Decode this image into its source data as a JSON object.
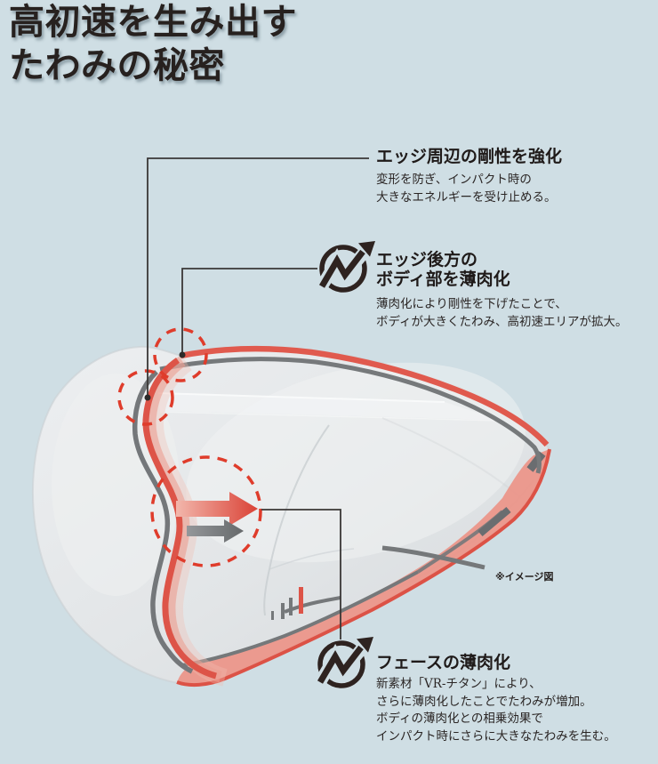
{
  "header": {
    "title_line1": "高初速を生み出す",
    "title_line2": "たわみの秘密"
  },
  "annotations": {
    "edge_rigidity": {
      "heading": "エッジ周辺の剛性を強化",
      "body_line1": "変形を防ぎ、インパクト時の",
      "body_line2": "大きなエネルギーを受け止める。"
    },
    "body_thinning": {
      "icon": "trend-up-arrow-icon",
      "heading_line1": "エッジ後方の",
      "heading_line2": "ボディ部を薄肉化",
      "body_line1": "薄肉化により剛性を下げたことで、",
      "body_line2": "ボディが大きくたわみ、高初速エリアが拡大。"
    },
    "face_thinning": {
      "icon": "trend-up-arrow-icon",
      "heading": "フェースの薄肉化",
      "body_line1": "新素材「VR-チタン」により、",
      "body_line2": "さらに薄肉化したことでたわみが増加。",
      "body_line3": "ボディの薄肉化との相乗効果で",
      "body_line4": "インパクト時にさらに大きなたわみを生む。"
    }
  },
  "illustration": {
    "note": "※イメージ図",
    "subject": "golf-driver-head-cross-section",
    "arrows": [
      "red-flex-arrow",
      "gray-flex-arrow"
    ],
    "highlight_circle_count": 3
  },
  "colors": {
    "background": "#cfdee4",
    "title_text": "#27211f",
    "accent_red": "#dc4a3c",
    "dashed_circle_red": "#df3c2b",
    "salmon_band": "#ec9488",
    "gray_line": "#75787a",
    "leader_line": "#3a3736",
    "icon_dark": "#2e2320"
  }
}
